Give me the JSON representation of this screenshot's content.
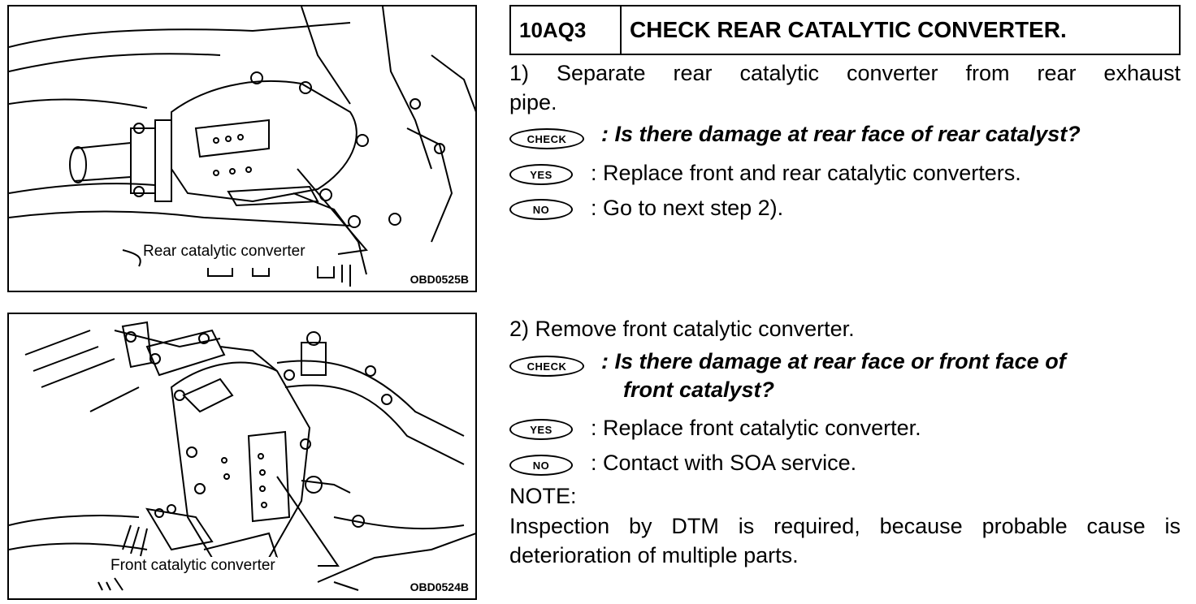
{
  "figures": [
    {
      "callout": "Rear catalytic converter",
      "figure_id": "OBD0525B"
    },
    {
      "callout": "Front catalytic converter",
      "figure_id": "OBD0524B"
    }
  ],
  "header": {
    "code": "10AQ3",
    "title": "CHECK REAR CATALYTIC CONVERTER."
  },
  "step1": {
    "line1": "1) Separate rear catalytic converter from rear exhaust",
    "line2": "pipe.",
    "check_badge": "CHECK",
    "check_question": ": Is there damage at rear face of rear catalyst?",
    "yes_badge": "YES",
    "yes_text": ": Replace front and rear catalytic converters.",
    "no_badge": "NO",
    "no_text": ": Go to next step 2)."
  },
  "step2": {
    "line1": "2) Remove front catalytic converter.",
    "check_badge": "CHECK",
    "check_question_line1": ": Is there damage at rear face or front face of",
    "check_question_line2": "front catalyst?",
    "yes_badge": "YES",
    "yes_text": ": Replace front catalytic converter.",
    "no_badge": "NO",
    "no_text": ": Contact with SOA service.",
    "note_label": "NOTE:",
    "note_line1": "Inspection by DTM is required, because probable cause is",
    "note_line2": "deterioration of multiple parts."
  }
}
